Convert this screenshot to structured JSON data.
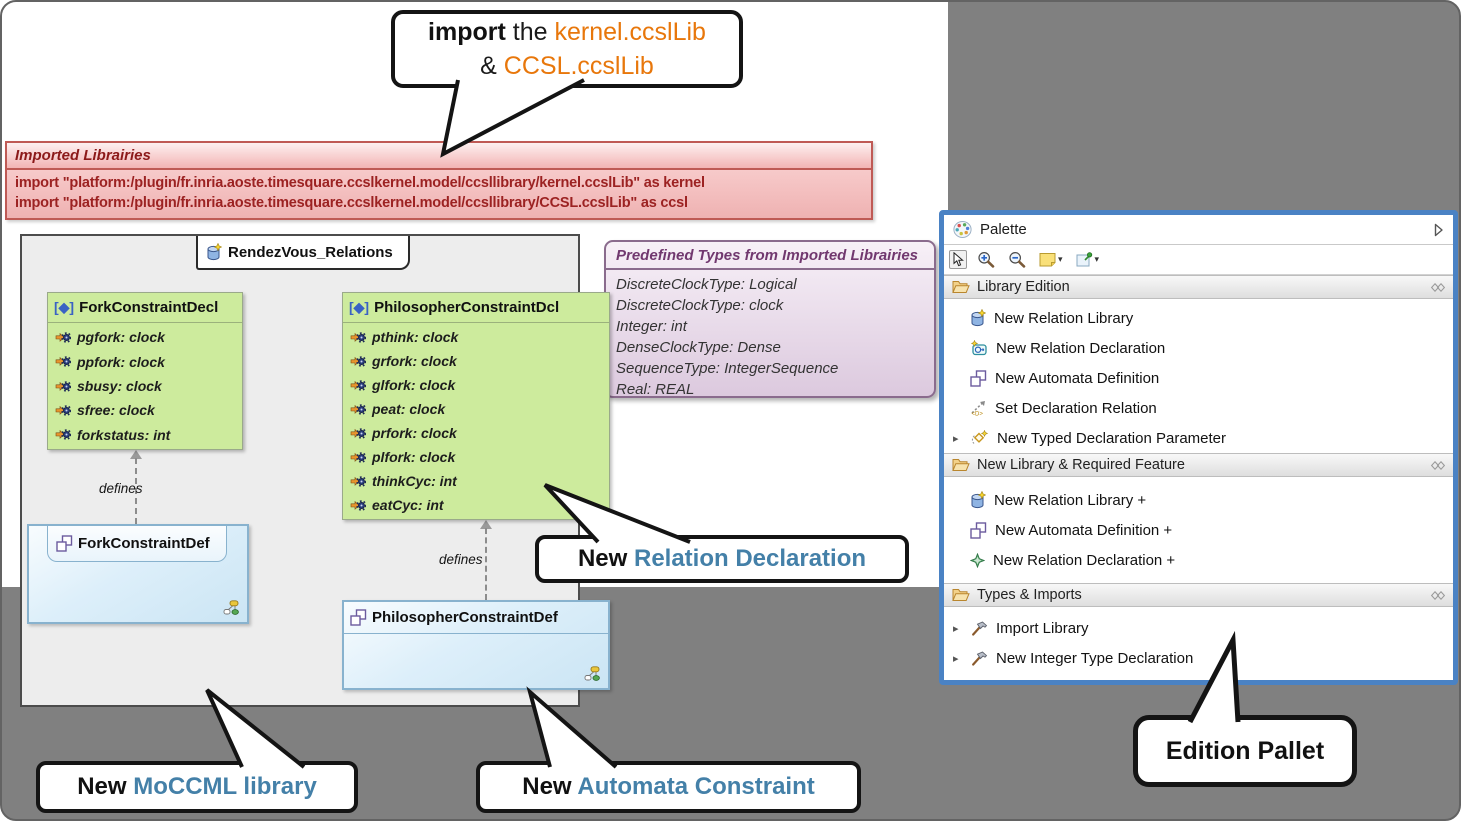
{
  "colors": {
    "background_gray": "#808080",
    "accent_orange": "#E8770B",
    "callout_blue": "#4480A8",
    "palette_border_blue": "#4A82C4",
    "imported_red_text": "#9C2222",
    "decl_box_green": "#CDEB9D",
    "def_box_blue": "#D6EAF6",
    "types_purple": "#71386F"
  },
  "glyphs": {
    "decl_icon": "[◆]",
    "caret_down": "▾",
    "expander": "▸"
  },
  "callouts": {
    "import": {
      "word1": "import",
      "word2": "the",
      "lib1": "kernel.ccslLib",
      "amp": "&",
      "lib2": "CCSL.ccslLib"
    },
    "relation_declaration": {
      "word1": "New",
      "rest": "Relation Declaration"
    },
    "moccml": {
      "word1": "New",
      "rest": "MoCCML library"
    },
    "automata": {
      "word1": "New",
      "rest": "Automata Constraint"
    },
    "edition": {
      "label": "Edition Pallet"
    }
  },
  "imported_libraries": {
    "title": "Imported Librairies",
    "lines": [
      "import \"platform:/plugin/fr.inria.aoste.timesquare.ccslkernel.model/ccsllibrary/kernel.ccslLib\" as kernel",
      "import \"platform:/plugin/fr.inria.aoste.timesquare.ccslkernel.model/ccsllibrary/CCSL.ccslLib\" as ccsl"
    ]
  },
  "diagram": {
    "tab_label": "RendezVous_Relations",
    "edge_label": "defines",
    "fork_decl": {
      "name": "ForkConstraintDecl",
      "attrs": [
        "pgfork: clock",
        "ppfork: clock",
        "sbusy: clock",
        "sfree: clock",
        "forkstatus: int"
      ]
    },
    "philosopher_decl": {
      "name": "PhilosopherConstraintDcl",
      "attrs": [
        "pthink: clock",
        "grfork: clock",
        "glfork: clock",
        "peat: clock",
        "prfork: clock",
        "plfork: clock",
        "thinkCyc: int",
        "eatCyc: int"
      ]
    },
    "fork_def": {
      "name": "ForkConstraintDef"
    },
    "philosopher_def": {
      "name": "PhilosopherConstraintDef"
    }
  },
  "predefined_types": {
    "title": "Predefined Types from Imported Librairies",
    "items": [
      "DiscreteClockType: Logical",
      "DiscreteClockType: clock",
      "Integer: int",
      "DenseClockType: Dense",
      "SequenceType: IntegerSequence",
      "Real: REAL"
    ]
  },
  "palette": {
    "title": "Palette",
    "sections": [
      {
        "label": "Library Edition",
        "items": [
          {
            "label": "New Relation Library",
            "icon": "relation-library-icon"
          },
          {
            "label": "New Relation Declaration",
            "icon": "relation-declaration-icon"
          },
          {
            "label": "New Automata Definition",
            "icon": "automata-definition-icon"
          },
          {
            "label": "Set Declaration Relation",
            "icon": "set-declaration-relation-icon"
          },
          {
            "label": "New Typed Declaration Parameter",
            "icon": "typed-declaration-parameter-icon"
          }
        ]
      },
      {
        "label": "New Library & Required Feature",
        "items": [
          {
            "label": "New Relation Library +",
            "icon": "relation-library-icon"
          },
          {
            "label": "New Automata Definition +",
            "icon": "automata-definition-icon"
          },
          {
            "label": "New Relation Declaration +",
            "icon": "green-diamond-icon"
          }
        ]
      },
      {
        "label": "Types & Imports",
        "items": [
          {
            "label": "Import Library",
            "icon": "hammer-icon"
          },
          {
            "label": "New Integer Type Declaration",
            "icon": "hammer-icon"
          }
        ]
      }
    ]
  }
}
